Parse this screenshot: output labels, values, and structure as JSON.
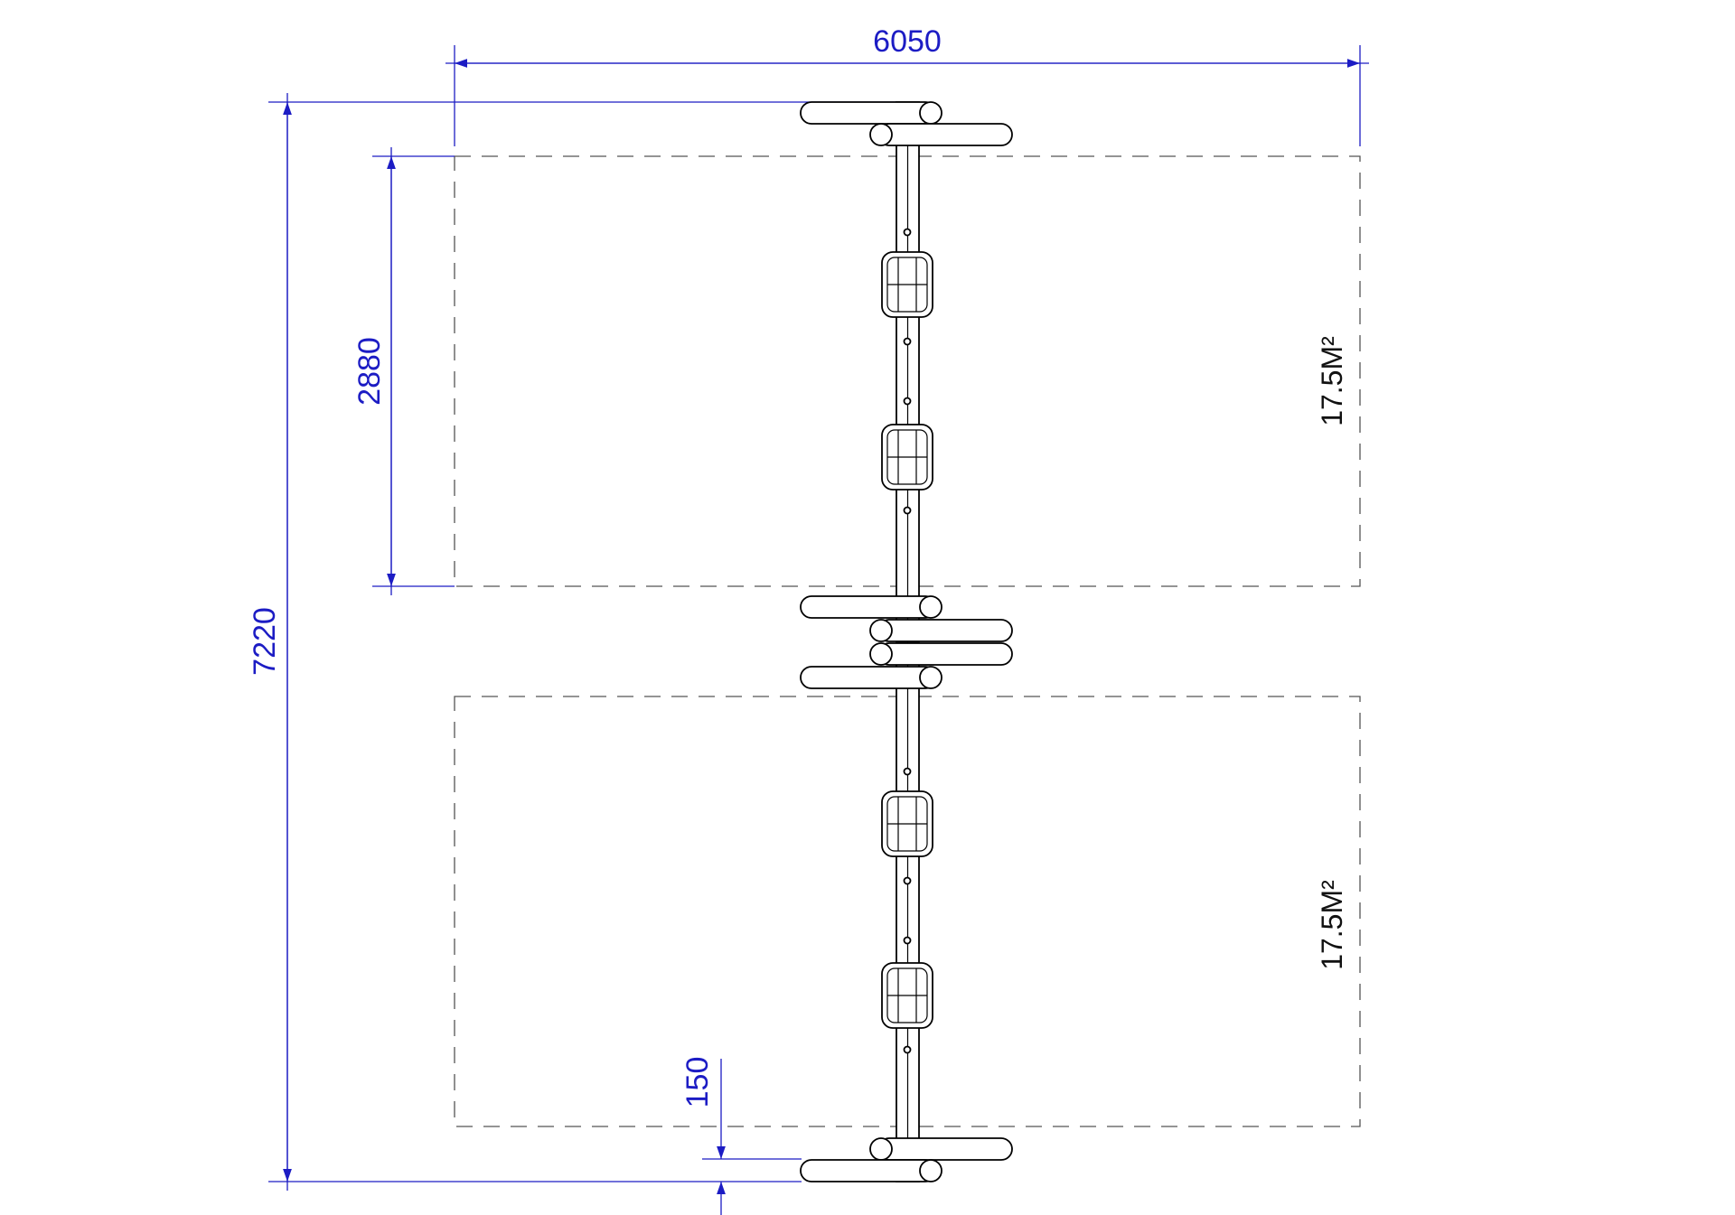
{
  "dimensions": {
    "overall_width": "6050",
    "overall_length": "7220",
    "zone_length": "2880",
    "end_clearance": "150"
  },
  "areas": {
    "upper_zone": "17.5M²",
    "lower_zone": "17.5M²"
  },
  "colors": {
    "dimension": "#1c1cc4",
    "outline": "#000000",
    "zone_boundary": "#555555"
  }
}
